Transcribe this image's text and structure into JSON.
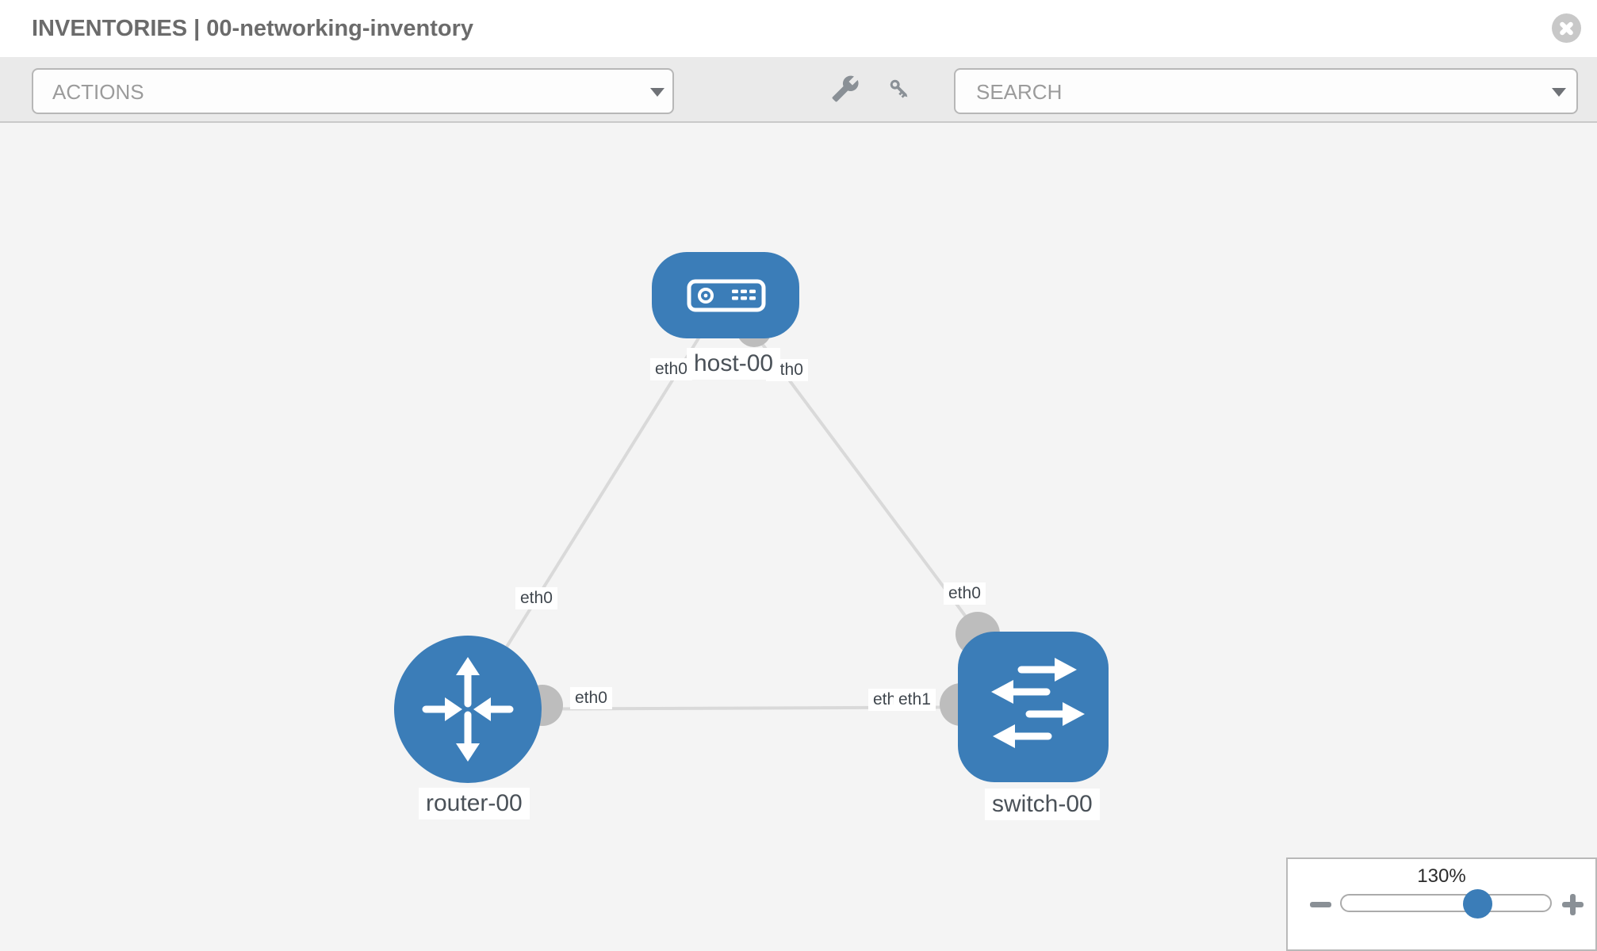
{
  "header": {
    "title": "INVENTORIES | 00-networking-inventory",
    "close_icon": "x-circle-icon"
  },
  "toolbar": {
    "actions_label": "ACTIONS",
    "search_placeholder": "SEARCH",
    "icons": [
      "wrench-icon",
      "key-icon",
      "chevron-down-icon"
    ]
  },
  "topology": {
    "nodes": [
      {
        "label": "host-00",
        "type": "host"
      },
      {
        "label": "router-00",
        "type": "router"
      },
      {
        "label": "switch-00",
        "type": "switch"
      }
    ],
    "links": [
      {
        "from": "host-00",
        "to": "router-00"
      },
      {
        "from": "host-00",
        "to": "switch-00"
      },
      {
        "from": "router-00",
        "to": "switch-00"
      }
    ],
    "port_labels": [
      {
        "text": "eth0",
        "near": "host-00-left"
      },
      {
        "text": "eth0",
        "near": "host-00-right"
      },
      {
        "text": "eth0",
        "near": "router-00-upper-link"
      },
      {
        "text": "eth0",
        "near": "switch-00-upper-link"
      },
      {
        "text": "eth0",
        "near": "router-00-right"
      },
      {
        "text": "eth0",
        "near": "switch-00-left-behind"
      },
      {
        "text": "eth1",
        "near": "switch-00-left"
      }
    ]
  },
  "zoom": {
    "level": "130%",
    "minus_icon": "minus-icon",
    "plus_icon": "plus-icon"
  },
  "colors": {
    "node_blue": "#3b7db8",
    "connector_gray": "#bdbdbd",
    "link_gray": "#d9d9d9",
    "toolbar_gray": "#eaeaea",
    "canvas_gray": "#f4f4f4"
  }
}
